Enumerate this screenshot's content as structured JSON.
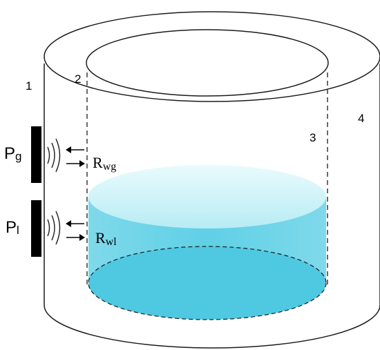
{
  "labels": {
    "wall_outer_left": "1",
    "wall_inner_left": "2",
    "wall_inner_right": "3",
    "wall_outer_right": "4"
  },
  "sensors": {
    "gas": {
      "main": "P",
      "sub": "g"
    },
    "liquid": {
      "main": "P",
      "sub": "l"
    }
  },
  "reflections": {
    "gas": {
      "main": "R",
      "sub": "wg"
    },
    "liquid": {
      "main": "R",
      "sub": "wl"
    }
  },
  "colors": {
    "liquid_top": "#cdf3f8",
    "liquid_body": "#5cd0e6",
    "liquid_bottom": "#4fc8e1",
    "stroke": "#1a1a1a",
    "sensor": "#000000"
  },
  "icons": [
    "sound-wave-icon",
    "arrow-left-icon",
    "arrow-right-icon"
  ]
}
